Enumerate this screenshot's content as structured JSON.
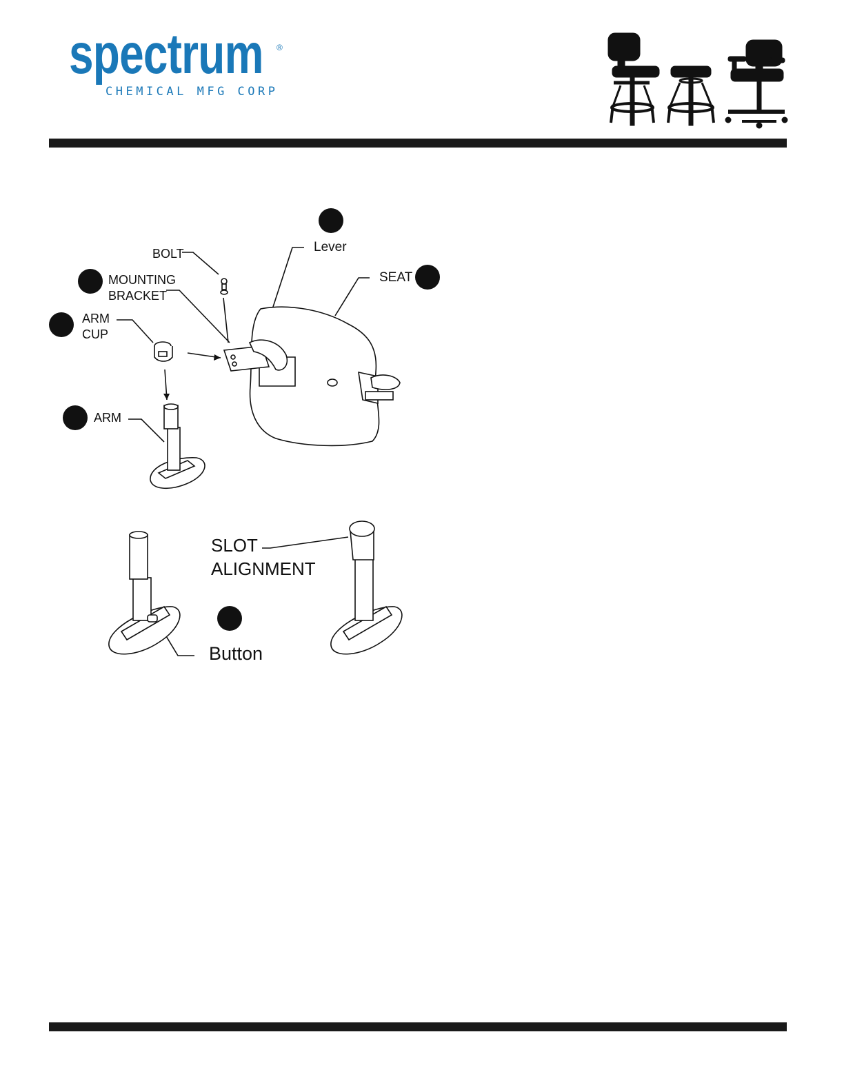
{
  "header": {
    "brand": "spectrum",
    "registered": "®",
    "subtitle": "CHEMICAL MFG CORP"
  },
  "diagram": {
    "labels": {
      "bolt": "BOLT",
      "lever": "Lever",
      "mounting_line1": "MOUNTING",
      "mounting_line2": "BRACKET",
      "seat": "SEAT",
      "arm_cup_line1": "ARM",
      "arm_cup_line2": "CUP",
      "arm": "ARM",
      "slot_line1": "SLOT",
      "slot_line2": "ALIGNMENT",
      "button": "Button"
    }
  },
  "colors": {
    "brand_blue": "#1a78b8",
    "rule": "#1a1a1a"
  },
  "icons": [
    "chair-with-backrest-icon",
    "stool-icon",
    "chair-with-arms-icon"
  ]
}
